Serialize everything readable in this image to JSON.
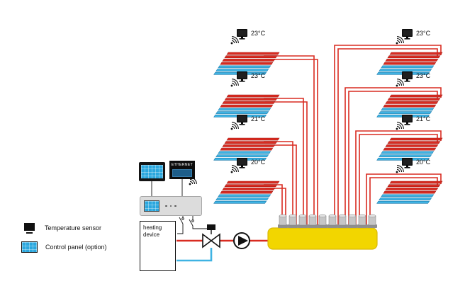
{
  "legend": {
    "items": [
      {
        "label": "Temperature sensor"
      },
      {
        "label": "Control panel (option)"
      }
    ]
  },
  "devices": {
    "heating_device_label": "heating\ndevice",
    "ethernet_label": "ETHERNET"
  },
  "zones": {
    "left": [
      {
        "temp": "23°C"
      },
      {
        "temp": "23°C"
      },
      {
        "temp": "21°C"
      },
      {
        "temp": "20°C"
      }
    ],
    "right": [
      {
        "temp": "23°C"
      },
      {
        "temp": "23°C"
      },
      {
        "temp": "21°C"
      },
      {
        "temp": "20°C"
      }
    ]
  },
  "colors": {
    "supply_pipe": "#d92b21",
    "return_pipe": "#3fb3e3",
    "manifold": "#f2d600",
    "screen_blue": "#2aa7de",
    "sensor_black": "#111111"
  }
}
